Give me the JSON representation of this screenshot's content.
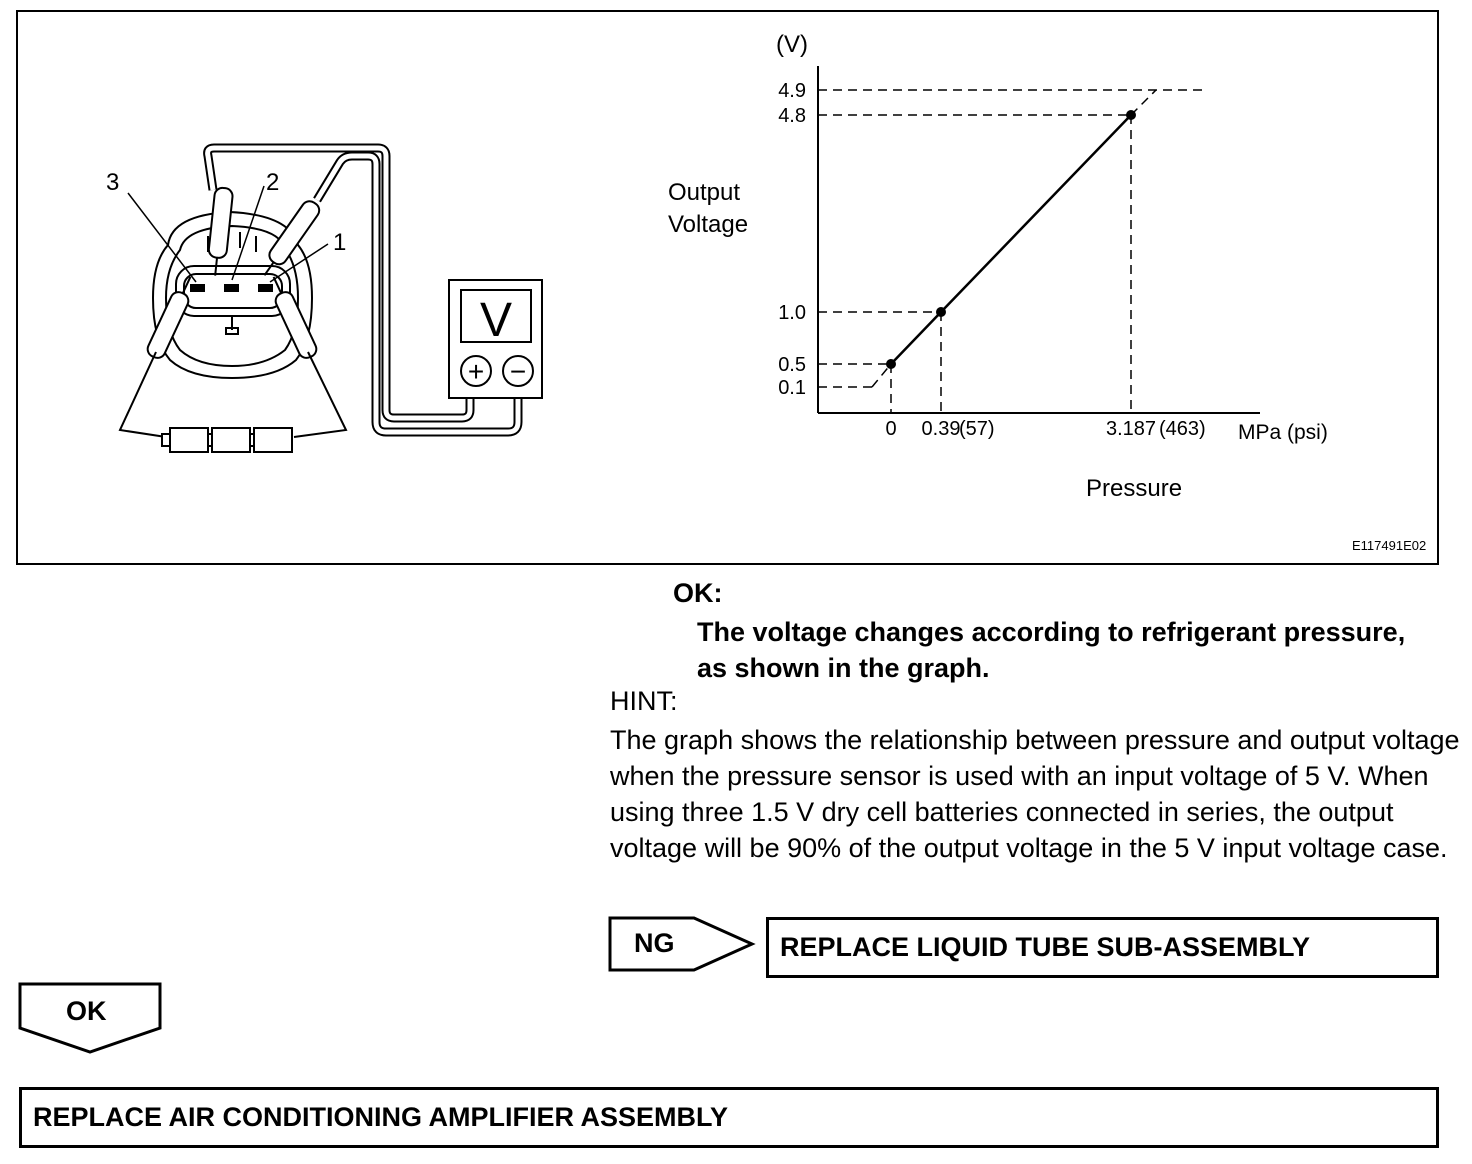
{
  "figure": {
    "figure_code": "E117491E02",
    "terminal_labels": [
      "3",
      "2",
      "1"
    ],
    "meter_symbol": "V",
    "meter_plus": "+",
    "meter_minus": "−"
  },
  "chart_data": {
    "type": "line",
    "title": "",
    "ylabel_unit": "(V)",
    "ylabel": [
      "Output",
      "Voltage"
    ],
    "xlabel": "Pressure",
    "xunit": "MPa (psi)",
    "ytick_labels": [
      "4.9",
      "4.8",
      "1.0",
      "0.5",
      "0.1"
    ],
    "xtick_labels": [
      {
        "mpa": "0",
        "psi": ""
      },
      {
        "mpa": "0.39",
        "psi": "(57)"
      },
      {
        "mpa": "3.187",
        "psi": "(463)"
      }
    ],
    "points": [
      {
        "x": 0,
        "y": 0.5
      },
      {
        "x": 0.39,
        "y": 1.0
      },
      {
        "x": 3.187,
        "y": 4.8
      }
    ],
    "extrapolated": [
      {
        "x": -0.2,
        "y": 0.1
      },
      {
        "x": 3.27,
        "y": 4.9
      }
    ],
    "grid": false
  },
  "result": {
    "ok_title": "OK:",
    "ok_body": "The voltage changes according to refrigerant pressure, as shown in the graph.",
    "hint_title": "HINT:",
    "hint_body": "The graph shows the relationship between pressure and output voltage when the pressure sensor is used with an input voltage of 5 V. When using three 1.5 V dry cell batteries connected in series, the output voltage will be 90% of the output voltage in the 5 V input voltage case."
  },
  "flow": {
    "ng_label": "NG",
    "ng_action": "REPLACE LIQUID TUBE SUB-ASSEMBLY",
    "ok_label": "OK",
    "ok_action": "REPLACE AIR CONDITIONING AMPLIFIER ASSEMBLY"
  }
}
